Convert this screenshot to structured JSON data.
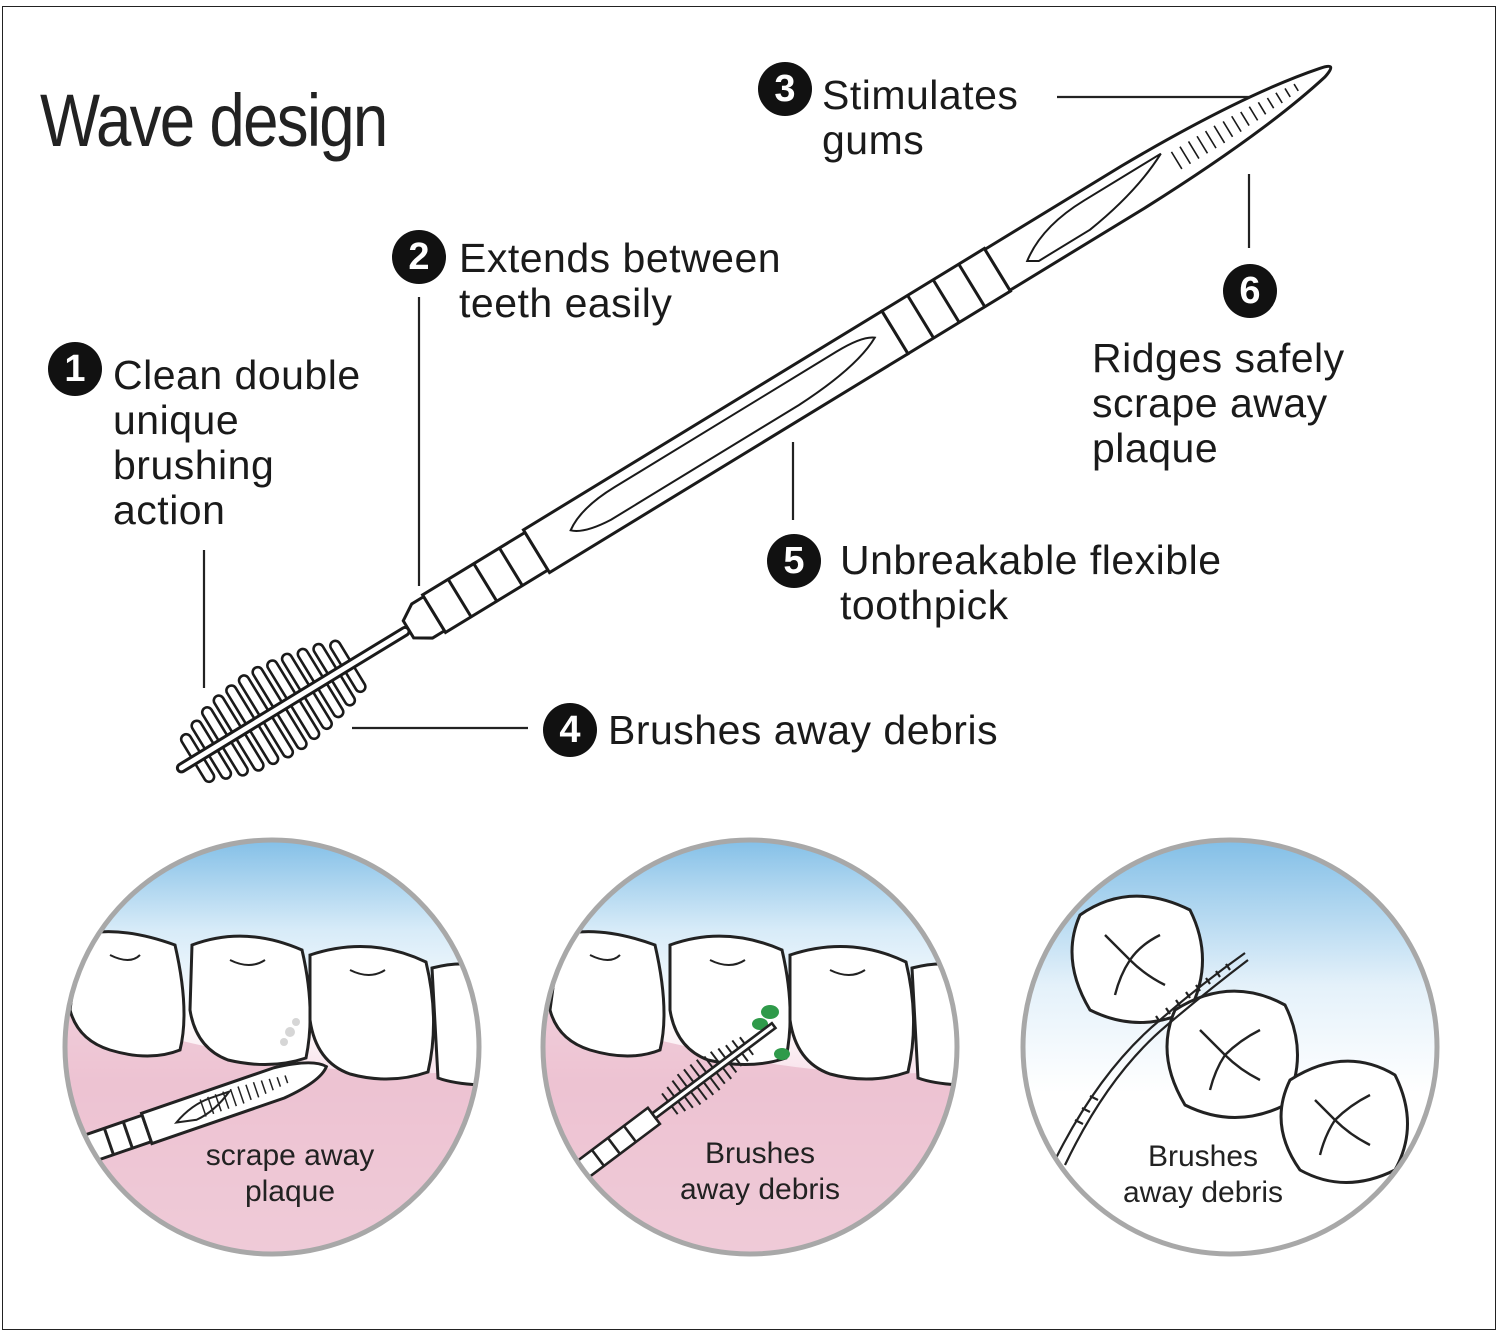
{
  "title": "Wave design",
  "callouts": [
    {
      "number": "1",
      "text": "Clean double\nunique\nbrushing\naction"
    },
    {
      "number": "2",
      "text": "Extends between\nteeth easily"
    },
    {
      "number": "3",
      "text": "Stimulates\ngums"
    },
    {
      "number": "4",
      "text": "Brushes away debris"
    },
    {
      "number": "5",
      "text": "Unbreakable flexible\ntoothpick"
    },
    {
      "number": "6",
      "text": "Ridges safely\nscrape away\nplaque"
    }
  ],
  "panels": [
    {
      "label": "scrape away\nplaque"
    },
    {
      "label": "Brushes\naway debris"
    },
    {
      "label": "Brushes\naway debris"
    }
  ],
  "colors": {
    "gum_pink": "#e9b9cb",
    "sky_blue": "#a9d4ef",
    "debris_green": "#2f9a4a",
    "circle_border": "#a8a8a8"
  }
}
